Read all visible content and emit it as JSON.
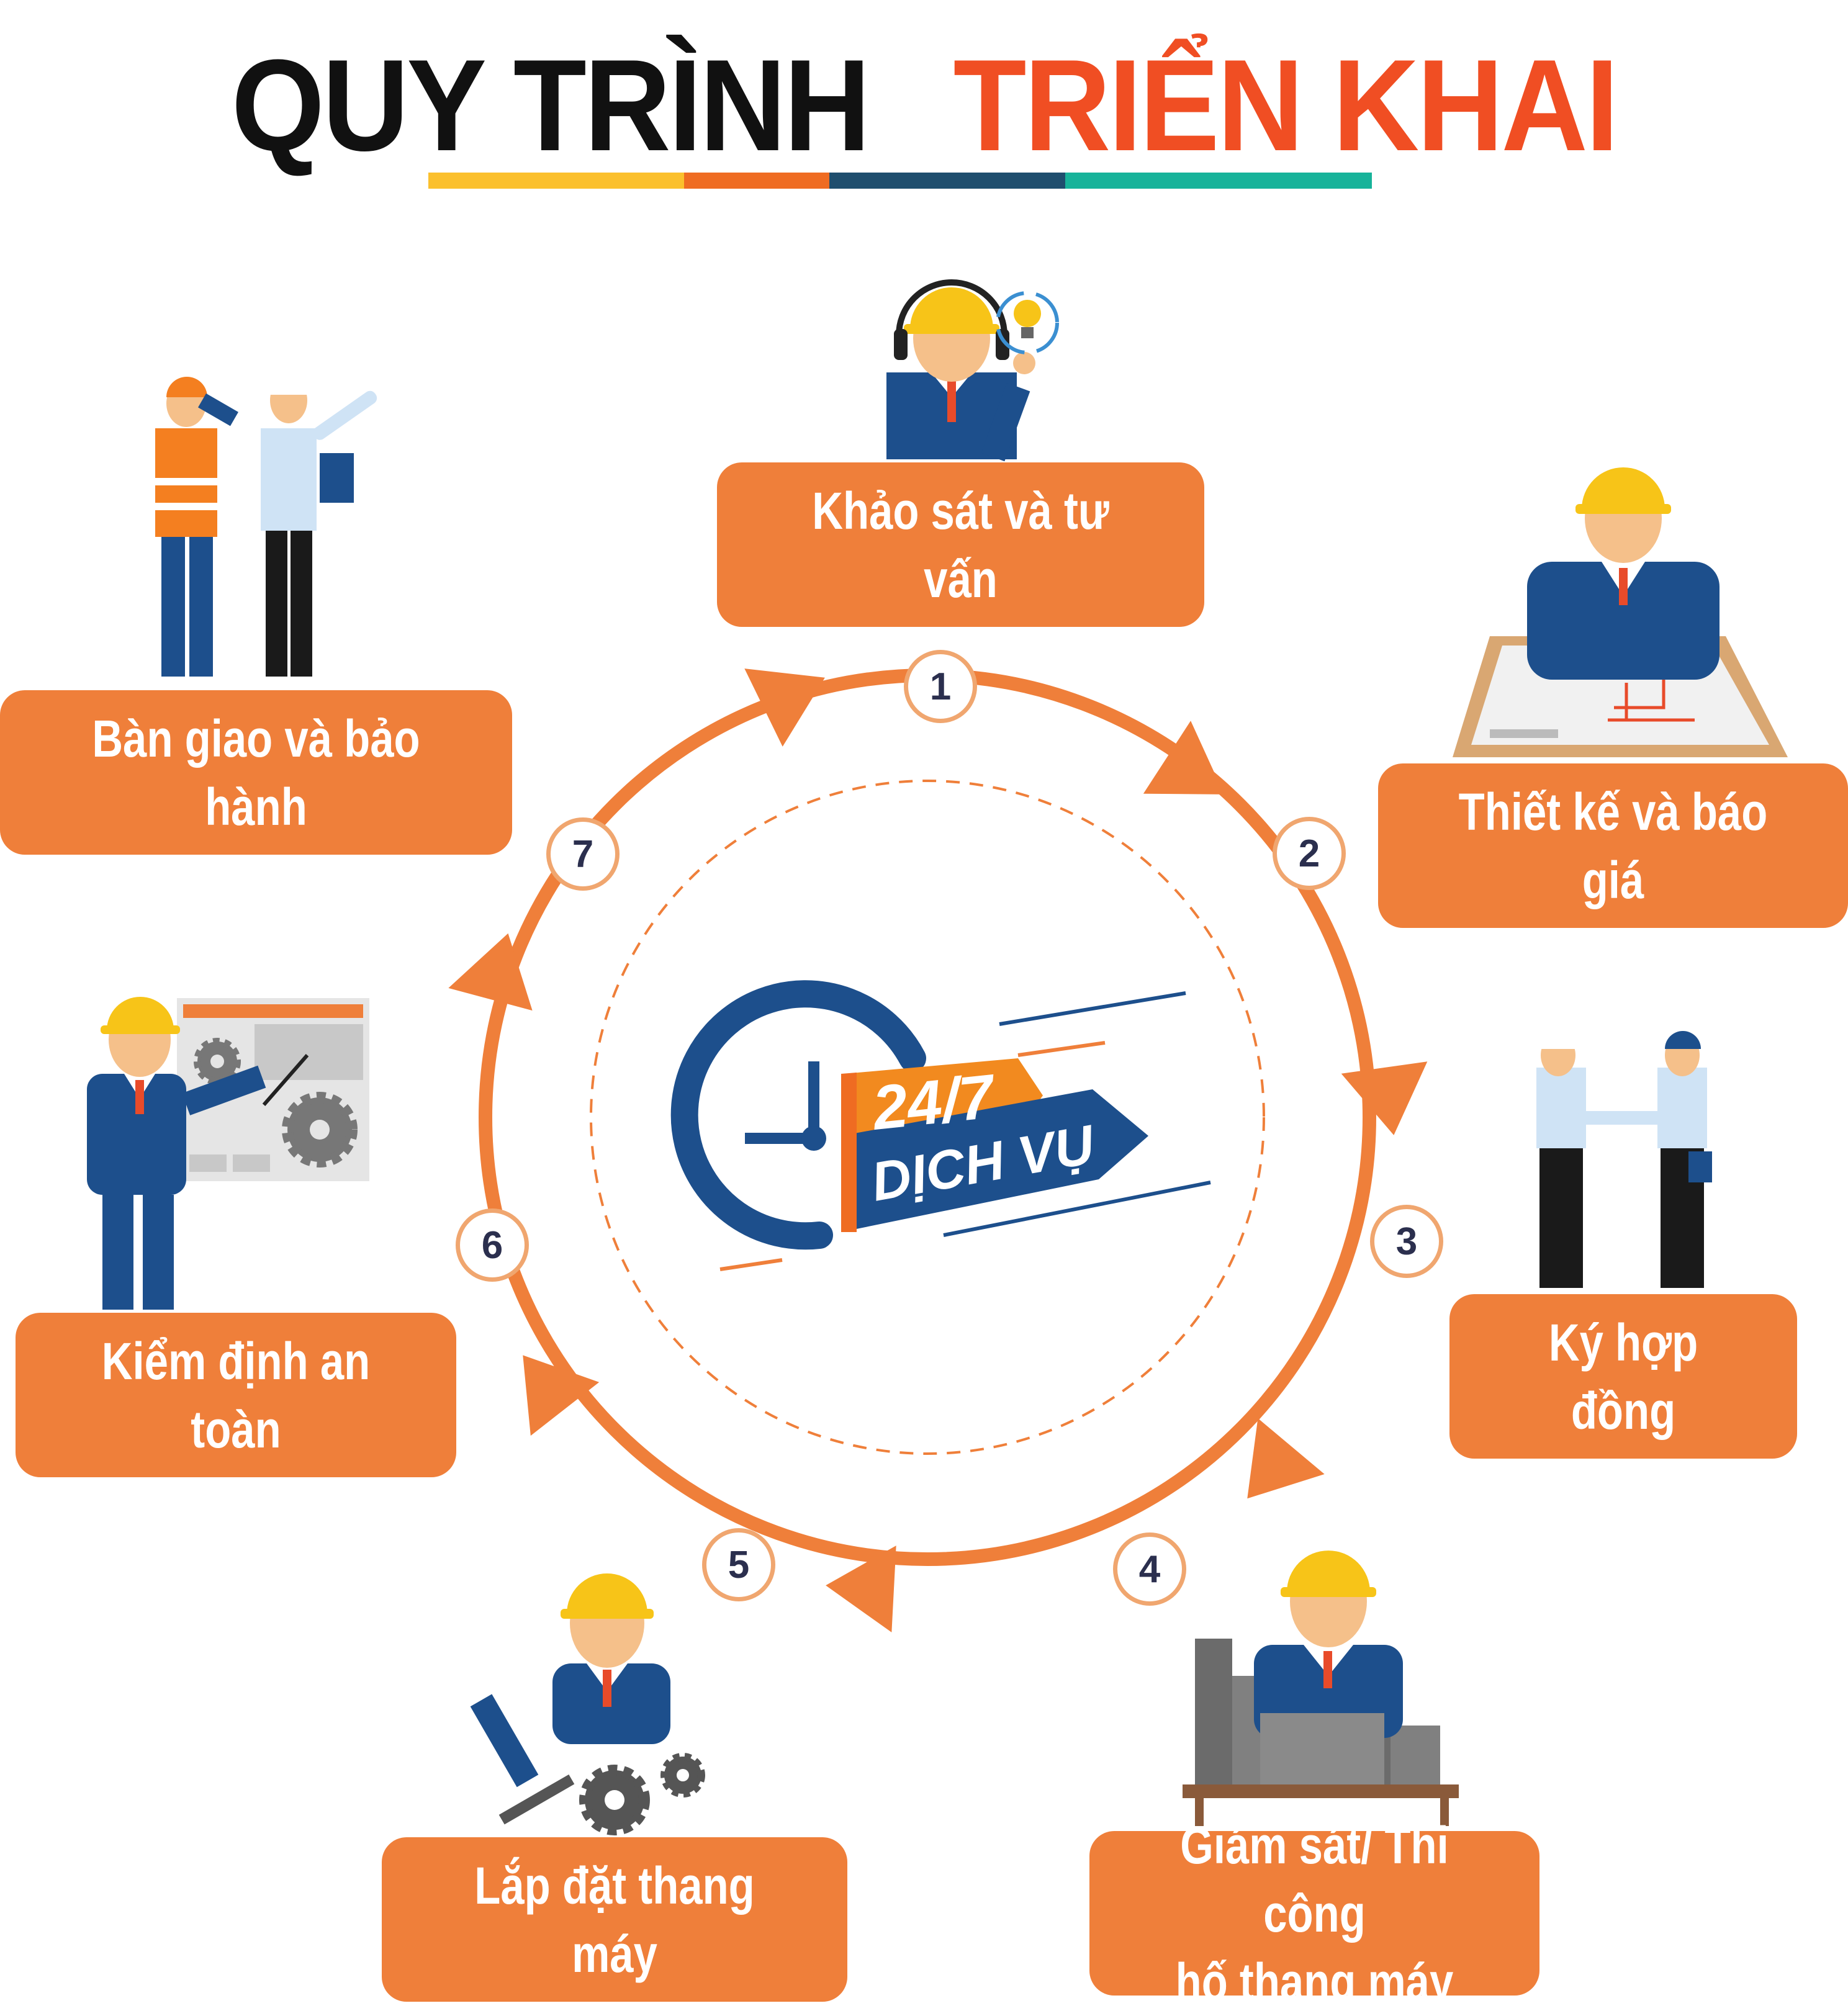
{
  "title": {
    "part1": "QUY TRÌNH",
    "part2": "TRIỂN KHAI"
  },
  "colors": {
    "accent": "#ef7f3a",
    "title_dark": "#111111",
    "title_red": "#f04e23",
    "navy": "#1d4f8c",
    "number": "#2b2f4e"
  },
  "title_bar_colors": [
    "#fbc02d",
    "#ef6c22",
    "#1f4e6e",
    "#17b39a"
  ],
  "center": {
    "line1": "24/7",
    "line2": "DỊCH VỤ"
  },
  "steps": [
    {
      "number": "1",
      "label": "Khảo sát và tư vấn"
    },
    {
      "number": "2",
      "label": "Thiết kế và báo giá"
    },
    {
      "number": "3",
      "label": "Ký hợp đồng"
    },
    {
      "number": "4",
      "label": "Giám sát/ Thi công\nhố thang máy"
    },
    {
      "number": "5",
      "label": "Lắp đặt thang máy"
    },
    {
      "number": "6",
      "label": "Kiểm định an toàn"
    },
    {
      "number": "7",
      "label": "Bàn giao và bảo hành"
    }
  ],
  "icons": [
    "consultant-headset-icon",
    "designer-blueprint-icon",
    "handshake-icon",
    "construction-buildings-icon",
    "installer-gears-icon",
    "inspector-presentation-icon",
    "handover-workers-icon",
    "clock-icon"
  ]
}
